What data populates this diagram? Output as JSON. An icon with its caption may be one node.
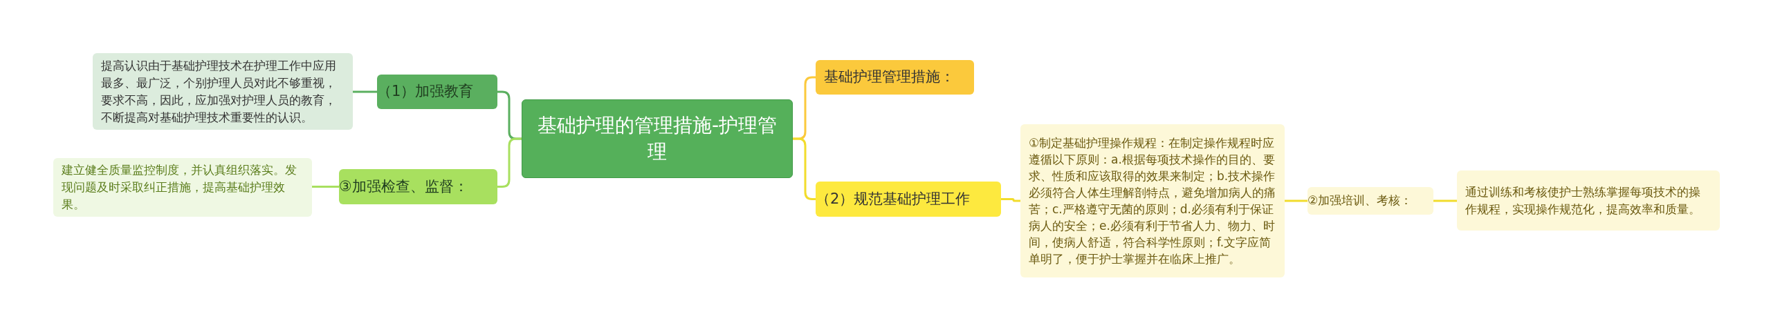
{
  "diagram": {
    "nodes": [
      {
        "text": [
          "基础护理的管理措施-护理管理"
        ]
      },
      {
        "text": [
          "（1）加强教育"
        ]
      },
      {
        "text": [
          "提高认识由于基础护理技术在护理工作中应用最多、最广泛，个别护理人员对此不够重视，要求不高，因此，应加强对护理人员的教育，不断提高对基础护理技术重要性的认识。"
        ]
      },
      {
        "text": [
          "③加强检查、监督："
        ]
      },
      {
        "text": [
          "建立健全质量监控制度，并认真组织落实。发现问题及时采取纠正措施，提高基础护理效果。"
        ]
      },
      {
        "text": [
          "基础护理管理措施："
        ]
      },
      {
        "text": [
          "（2）规范基础护理工作"
        ]
      },
      {
        "text": [
          "①制定基础护理操作规程：在制定操作规程时应遵循以下原则：a.根据每项技术操作的目的、要求、性质和应该取得的效果来制定；b.技术操作必须符合人体生理解剖特点，避免增加病人的痛苦；c.严格遵守无菌的原则；d.必须有利于保证病人的安全；e.必须有利于节省人力、物力、时间，使病人舒适，符合科学性原则；f.文字应简单明了，便于护士掌握并在临床上推广。"
        ]
      },
      {
        "text": [
          "②加强培训、考核："
        ]
      },
      {
        "text": [
          "通过训练和考核使护士熟练掌握每项技术的操作规程，实现操作规范化，提高效率和质量。"
        ]
      }
    ],
    "edges": [
      {
        "from": 0,
        "to": 1,
        "arrow": "none",
        "color": "#5aaf5f"
      },
      {
        "from": 1,
        "to": 2,
        "arrow": "none",
        "color": "#5aaf5f"
      },
      {
        "from": 0,
        "to": 3,
        "arrow": "none",
        "color": "#a8e05f"
      },
      {
        "from": 3,
        "to": 4,
        "arrow": "none",
        "color": "#a8e05f"
      },
      {
        "from": 0,
        "to": 5,
        "arrow": "none",
        "color": "#fbc93c"
      },
      {
        "from": 0,
        "to": 6,
        "arrow": "none"
      },
      {
        "from": 6,
        "to": 7,
        "arrow": "none"
      },
      {
        "from": 7,
        "to": 8,
        "arrow": "none"
      },
      {
        "from": 8,
        "to": 9,
        "arrow": "none"
      }
    ]
  }
}
